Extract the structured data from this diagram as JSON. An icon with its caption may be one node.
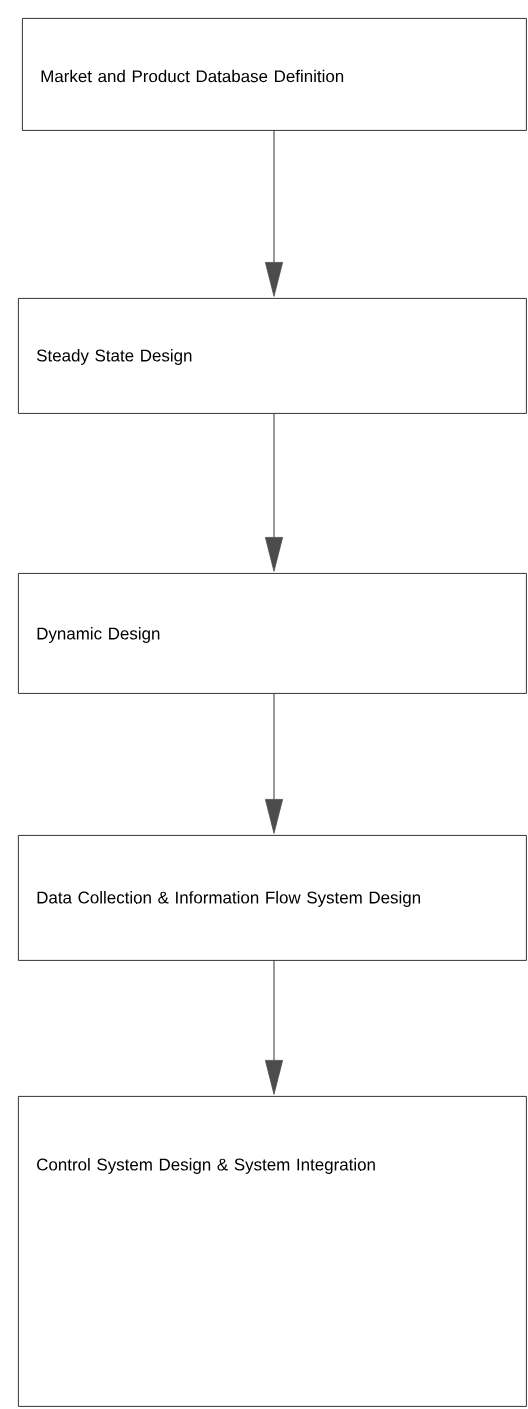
{
  "diagram": {
    "nodes": [
      {
        "text": [
          "Market and Product Database Definition"
        ]
      },
      {
        "text": [
          "Steady State Design"
        ]
      },
      {
        "text": [
          "Dynamic Design"
        ]
      },
      {
        "text": [
          "Data Collection & Information Flow System Design"
        ]
      },
      {
        "text": [
          "Control System Design & System Integration"
        ]
      }
    ],
    "edges": [
      {
        "from": 0,
        "to": 1,
        "arrow": "to"
      },
      {
        "from": 1,
        "to": 2,
        "arrow": "to"
      },
      {
        "from": 2,
        "to": 3,
        "arrow": "to"
      },
      {
        "from": 3,
        "to": 4,
        "arrow": "to"
      }
    ]
  }
}
